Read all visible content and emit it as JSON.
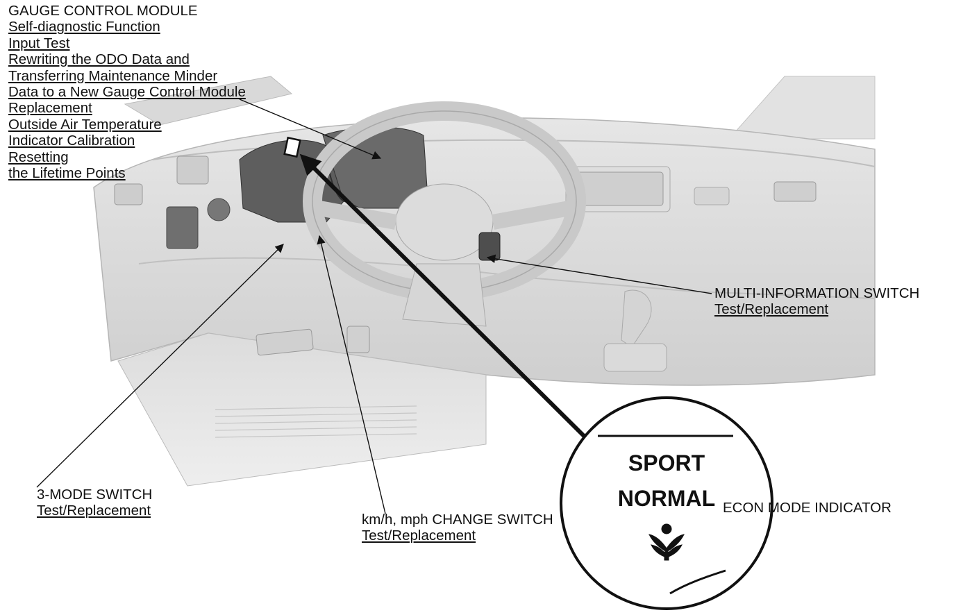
{
  "gauge_control_module": {
    "title": "GAUGE CONTROL MODULE",
    "links": [
      "Self-diagnostic Function",
      "Input Test",
      "Rewriting the ODO Data and",
      "Transferring Maintenance Minder",
      "Data to a New Gauge Control Module",
      "Replacement",
      "Outside Air Temperature",
      "Indicator Calibration",
      "Resetting",
      "the Lifetime Points"
    ]
  },
  "multi_information_switch": {
    "title": "MULTI-INFORMATION SWITCH",
    "link": "Test/Replacement"
  },
  "three_mode_switch": {
    "title": "3-MODE SWITCH",
    "link": "Test/Replacement"
  },
  "kmh_mph_change_switch": {
    "title": "km/h, mph CHANGE SWITCH",
    "link": "Test/Replacement"
  },
  "econ_mode_indicator": {
    "title": "ECON MODE INDICATOR"
  },
  "detail_inset": {
    "line1": "SPORT",
    "line2": "NORMAL"
  }
}
